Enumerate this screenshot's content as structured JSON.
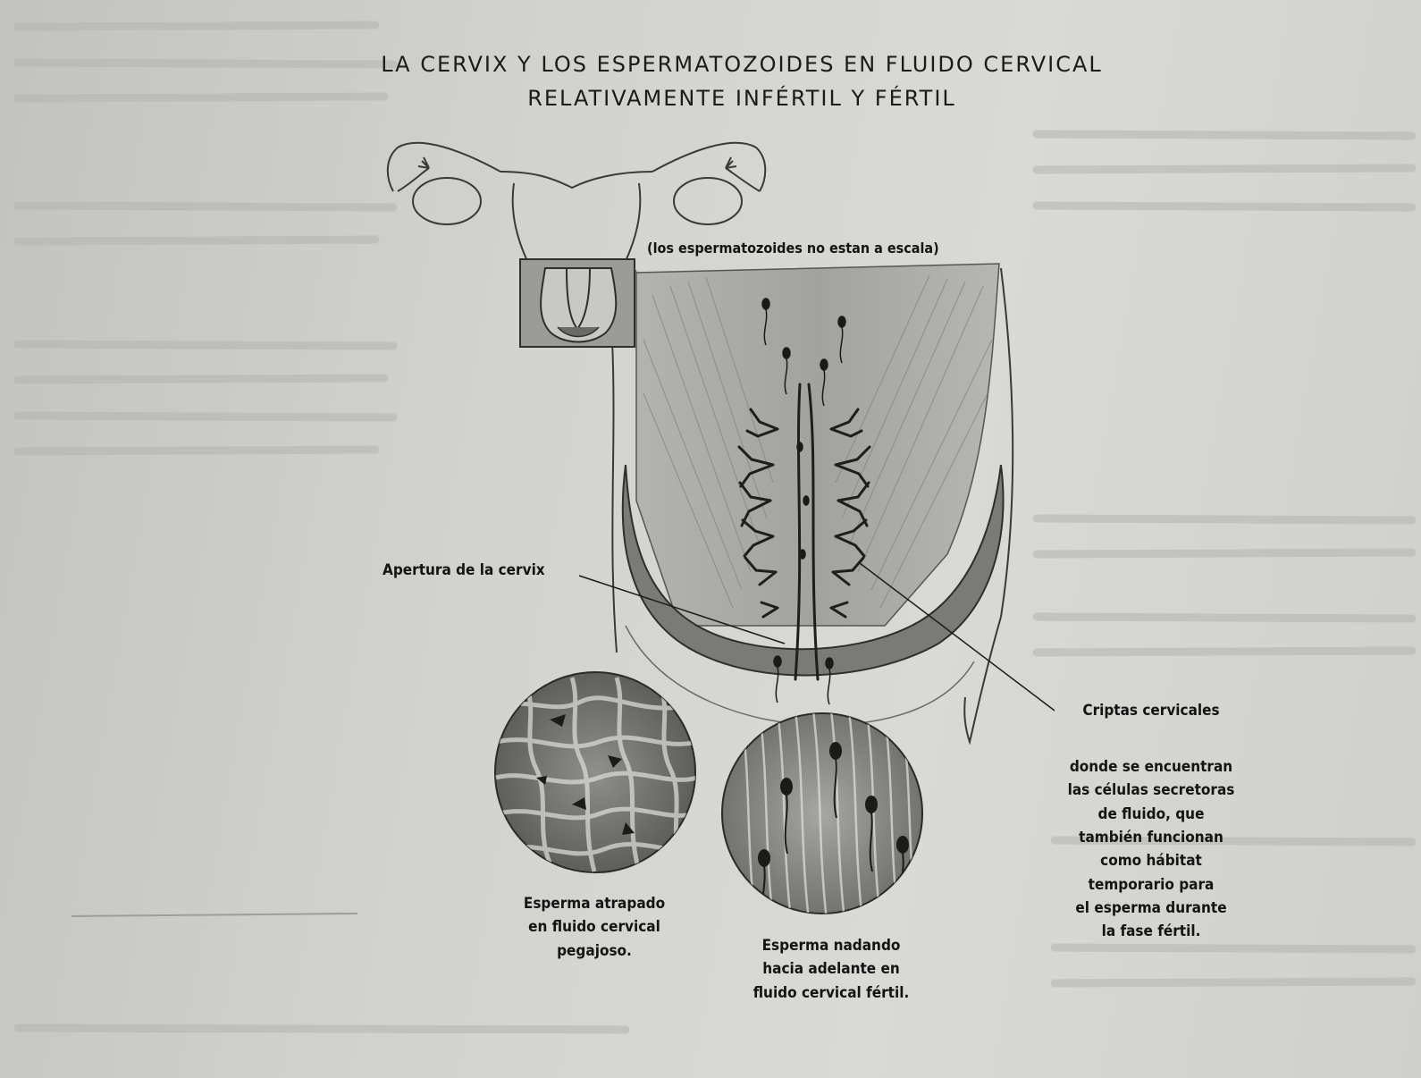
{
  "title": {
    "line1": "LA CERVIX Y LOS ESPERMATOZOIDES EN FLUIDO CERVICAL",
    "line2": "RELATIVAMENTE INFÉRTIL Y FÉRTIL"
  },
  "labels": {
    "scale_note": "(los espermatozoides no estan a escala)",
    "cervix_opening": "Apertura de la cervix",
    "crypts_title": "Criptas cervicales",
    "crypts_desc": "donde se encuentran\nlas células secretoras\nde fluido, que\ntambién funcionan\ncomo hábitat\ntemporario para\nel esperma durante\nla fase fértil.",
    "sticky_caption": "Esperma atrapado\nen fluido cervical\npegajoso.",
    "swimming_caption": "Esperma nadando\nhacia adelante en\nfluido cervical fértil."
  },
  "colors": {
    "ink": "#1b1b1b",
    "tissue": "#9a9a96",
    "paper": "#d4d4d0"
  },
  "icons": [
    "uterus-outline-icon",
    "cervix-crosssection-icon",
    "sperm-icon",
    "crypt-branch-icon"
  ]
}
